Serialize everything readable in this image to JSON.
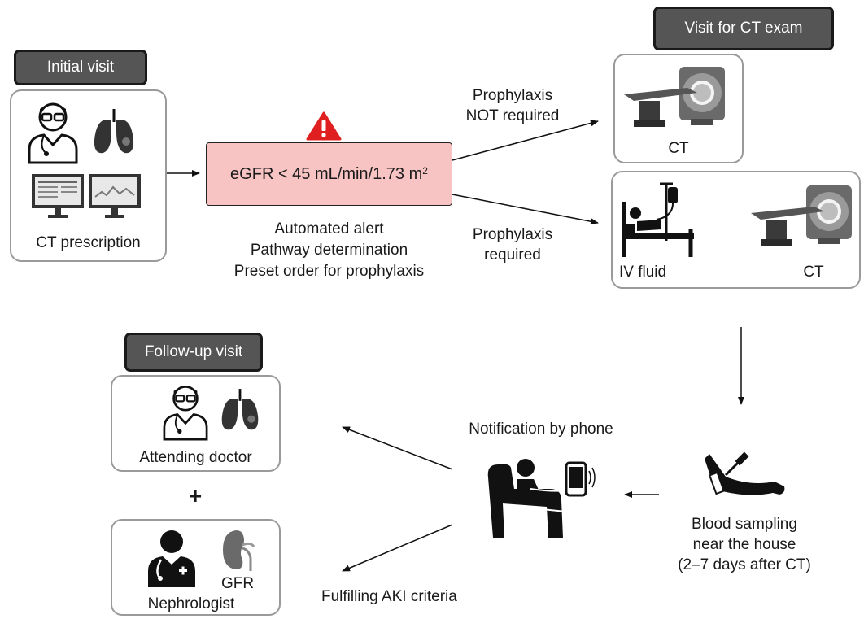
{
  "initial": {
    "tag": "Initial visit",
    "caption": "CT prescription"
  },
  "alert": {
    "threshold_main": "eGFR < 45 mL/min/1.73 m",
    "threshold_sup": "2",
    "warning_glyph": "!"
  },
  "actions": [
    "Automated alert",
    "Pathway determination",
    "Preset order for prophylaxis"
  ],
  "pathways": {
    "not_required": [
      "Prophylaxis",
      "NOT required"
    ],
    "required": [
      "Prophylaxis",
      "required"
    ]
  },
  "ct_exam": {
    "tag": "Visit for CT exam",
    "ct_label": "CT",
    "iv_label": "IV fluid",
    "ct_label_2": "CT"
  },
  "blood": [
    "Blood sampling",
    "near the house",
    "(2–7 days after CT)"
  ],
  "notification": "Notification by phone",
  "aki": "Fulfilling AKI criteria",
  "followup": {
    "tag": "Follow-up visit",
    "attending": "Attending doctor",
    "plus": "+",
    "gfr": "GFR",
    "nephrologist": "Nephrologist"
  },
  "colors": {
    "alert_fill": "#f7c3c3",
    "warning_red": "#e02020",
    "tag_fill": "#555555",
    "box_border": "#9a9a9a"
  },
  "icons": [
    "doctor-icon",
    "lungs-icon",
    "monitor-icon",
    "warning-icon",
    "ct-scanner-icon",
    "hospital-bed-iv-icon",
    "arm-blood-draw-icon",
    "patient-phone-icon",
    "nephrologist-icon",
    "kidney-icon"
  ]
}
